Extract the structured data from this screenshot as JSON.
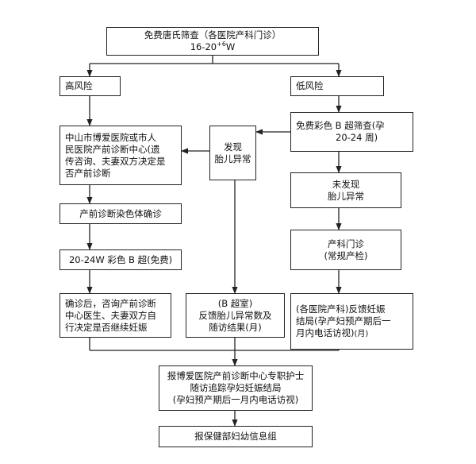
{
  "screening": {
    "line1": "免费唐氏筛查（各医院产科门诊）",
    "line2_main": "16-20",
    "line2_sup": "+6",
    "line2_tail": "W"
  },
  "high_risk": "高风险",
  "low_risk": "低风险",
  "zs_center": [
    "中山市博爱医院或市人",
    "民医院产前诊断中心(遗",
    "传咨询、夫妻双方决定是",
    "否产前诊断"
  ],
  "chromosome": "产前诊断染色体确诊",
  "bscan_2024w": "20-24W 彩色 B 超(免费)",
  "confirm": [
    "确诊后，咨询产前诊断",
    "中心医生、夫妻双方自",
    "行决定是否继续妊娠"
  ],
  "found_abnormal": [
    "发现",
    "胎儿异常"
  ],
  "feedback_b": [
    "(B 超室)",
    "反馈胎儿异常数及",
    "随访结果(月)"
  ],
  "free_bscan": [
    "免费彩色 B 超筛查(孕",
    "20-24 周)"
  ],
  "not_found": [
    "未发现",
    "胎儿异常"
  ],
  "obstetric": [
    "产科门诊",
    "(常规产检)"
  ],
  "hospital_feedback": {
    "line1": "(各医院产科)反馈妊娠",
    "line2": "结局(孕产妇预产期后一",
    "line3": "月内电话访视)",
    "line3_small": "(月)"
  },
  "report_center": [
    "报博爱医院产前诊断中心专职护士",
    "随访追踪孕妇妊娠结局",
    "(孕妇预产期后一月内电话访视)"
  ],
  "report_health": "报保健部妇幼信息组"
}
